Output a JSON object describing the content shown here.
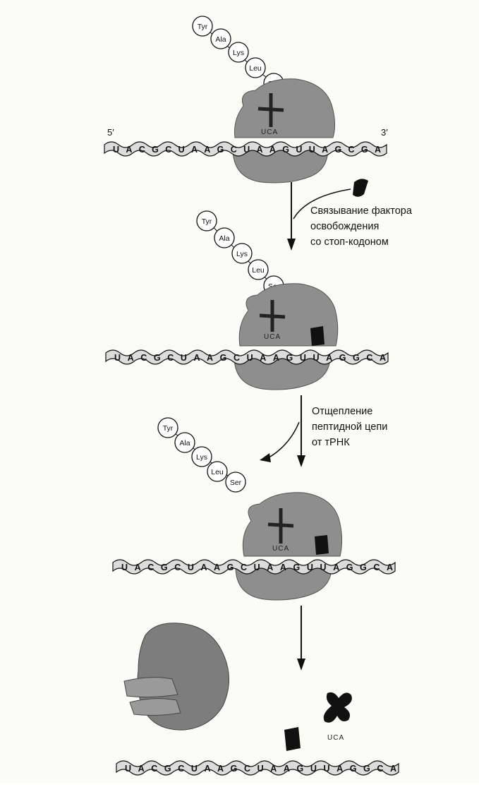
{
  "amino_acids": [
    "Tyr",
    "Ala",
    "Lys",
    "Leu",
    "Ser"
  ],
  "mrna_sequence": "UACGCUAAGCUAAGUUAGCGA",
  "mrna_sequence_later": "UACGCUAAGCUAAGUUAGGCA",
  "five_prime": "5′",
  "three_prime": "3′",
  "anticodon": "UCA",
  "step1_caption": [
    "Связывание фактора",
    "освобождения",
    "со стоп-кодоном"
  ],
  "step2_caption": [
    "Отщепление",
    "пептидной цепи",
    "от тРНК"
  ],
  "colors": {
    "ribosome": "#8e8e8e",
    "ribosome_dark": "#6f6f6f",
    "mrna_fill": "#dcdcdc",
    "ink": "#111111"
  }
}
